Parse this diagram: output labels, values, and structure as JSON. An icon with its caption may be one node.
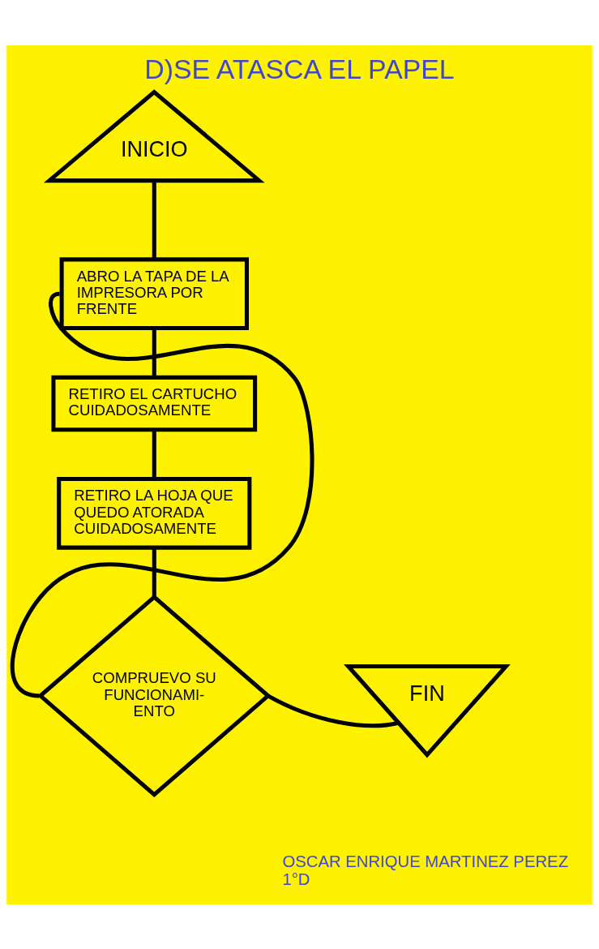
{
  "diagram": {
    "title": "D)SE ATASCA EL PAPEL",
    "nodes": [
      {
        "text": [
          "INICIO"
        ]
      },
      {
        "text": [
          "ABRO LA TAPA DE LA IMPRESORA POR FRENTE"
        ]
      },
      {
        "text": [
          "RETIRO EL CARTUCHO CUIDADOSAMENTE"
        ]
      },
      {
        "text": [
          "RETIRO LA HOJA QUE QUEDO ATORADA CUIDADOSAMENTE"
        ]
      },
      {
        "text": [
          "COMPRUEVO SU FUNCIONAMI- ENTO"
        ]
      },
      {
        "text": [
          "FIN"
        ]
      }
    ],
    "edges": [
      {
        "from": 0,
        "to": 1,
        "arrow": "none"
      },
      {
        "from": 1,
        "to": 2,
        "arrow": "none"
      },
      {
        "from": 2,
        "to": 3,
        "arrow": "none"
      },
      {
        "from": 3,
        "to": 4,
        "arrow": "none"
      },
      {
        "from": 4,
        "to": 5,
        "arrow": "none"
      },
      {
        "from": 4,
        "to": 1,
        "arrow": "none"
      }
    ],
    "labels": [
      "OSCAR ENRIQUE MARTINEZ PEREZ",
      "1°D"
    ]
  }
}
